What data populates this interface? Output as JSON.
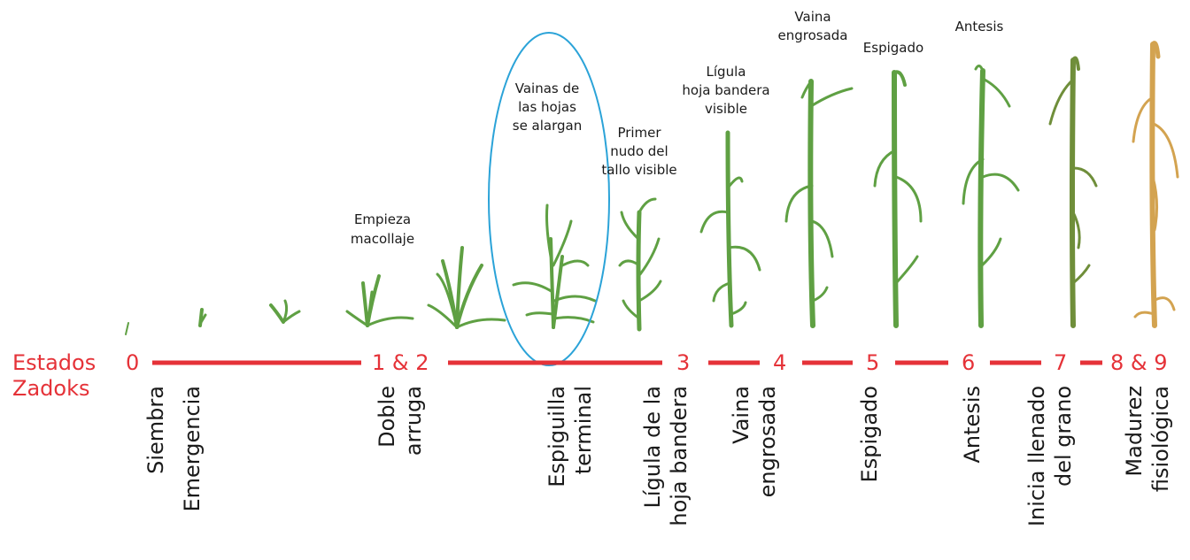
{
  "axis": {
    "label_line1": "Estados",
    "label_line2": "Zadoks",
    "stages": [
      "0",
      "1 & 2",
      "3",
      "4",
      "5",
      "6",
      "7",
      "8 & 9"
    ]
  },
  "top_labels": {
    "empieza": [
      "Empieza",
      "macollaje"
    ],
    "vainas": [
      "Vainas de",
      "las hojas",
      "se alargan"
    ],
    "primer": [
      "Primer",
      "nudo del",
      "tallo visible"
    ],
    "ligula": [
      "Lígula",
      "hoja bandera",
      "visible"
    ],
    "vaina": [
      "Vaina",
      "engrosada"
    ],
    "espigado": [
      "Espigado"
    ],
    "antesis": [
      "Antesis"
    ]
  },
  "bottom_labels": [
    [
      "Siembra"
    ],
    [
      "Emergencia"
    ],
    [
      "Doble",
      "arruga"
    ],
    [
      "Espiguilla",
      "terminal"
    ],
    [
      "Lígula de la",
      "hoja bandera"
    ],
    [
      "Vaina",
      "engrosada"
    ],
    [
      "Espigado"
    ],
    [
      "Antesis"
    ],
    [
      "Inicia llenado",
      "del grano"
    ],
    [
      "Madurez",
      "fisiológica"
    ]
  ],
  "colors": {
    "timeline": "#e53238",
    "plant_green": "#5fa043",
    "plant_olive": "#6f8e3a",
    "plant_mature": "#d3a350",
    "highlight_ellipse": "#2ba3d8"
  }
}
